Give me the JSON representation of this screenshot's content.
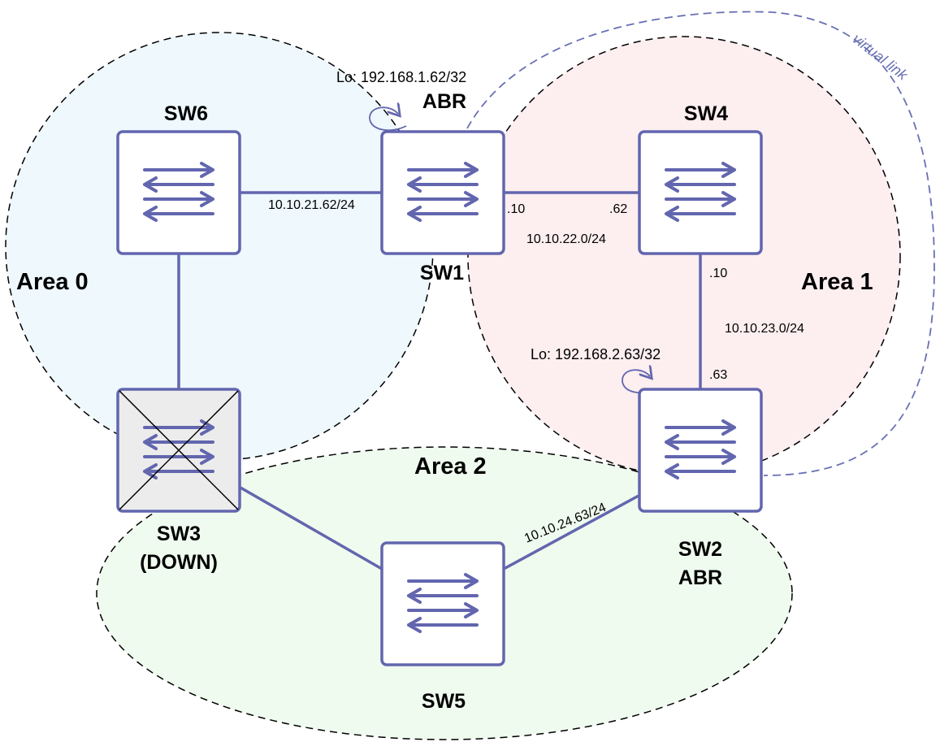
{
  "colors": {
    "area0_fill": "#eef8fd",
    "area1_fill": "#fdeef0",
    "area2_fill": "#effbee",
    "link": "#6266ae",
    "device_border": "#6266ae",
    "device_fill_down": "#ececec",
    "virtual_link": "#6870b4"
  },
  "areas": {
    "area0": "Area 0",
    "area1": "Area 1",
    "area2": "Area 2"
  },
  "devices": {
    "sw1": {
      "name": "SW1",
      "role": "ABR",
      "loopback": "Lo: 192.168.1.62/32",
      "icon": "switch-icon"
    },
    "sw2": {
      "name": "SW2",
      "role": "ABR",
      "loopback": "Lo: 192.168.2.63/32",
      "icon": "switch-icon"
    },
    "sw3": {
      "name": "SW3",
      "status": "(DOWN)",
      "icon": "switch-icon"
    },
    "sw4": {
      "name": "SW4",
      "icon": "switch-icon"
    },
    "sw5": {
      "name": "SW5",
      "icon": "switch-icon"
    },
    "sw6": {
      "name": "SW6",
      "icon": "switch-icon"
    }
  },
  "links": {
    "sw6_sw1": "10.10.21.62/24",
    "sw1_sw4": {
      "subnet": "10.10.22.0/24",
      "sw1_end": ".10",
      "sw4_end": ".62"
    },
    "sw4_sw2": {
      "subnet": "10.10.23.0/24",
      "sw4_end": ".10",
      "sw2_end": ".63"
    },
    "sw5_sw2": "10.10.24.63/24"
  },
  "virtual_link": "virtual link"
}
